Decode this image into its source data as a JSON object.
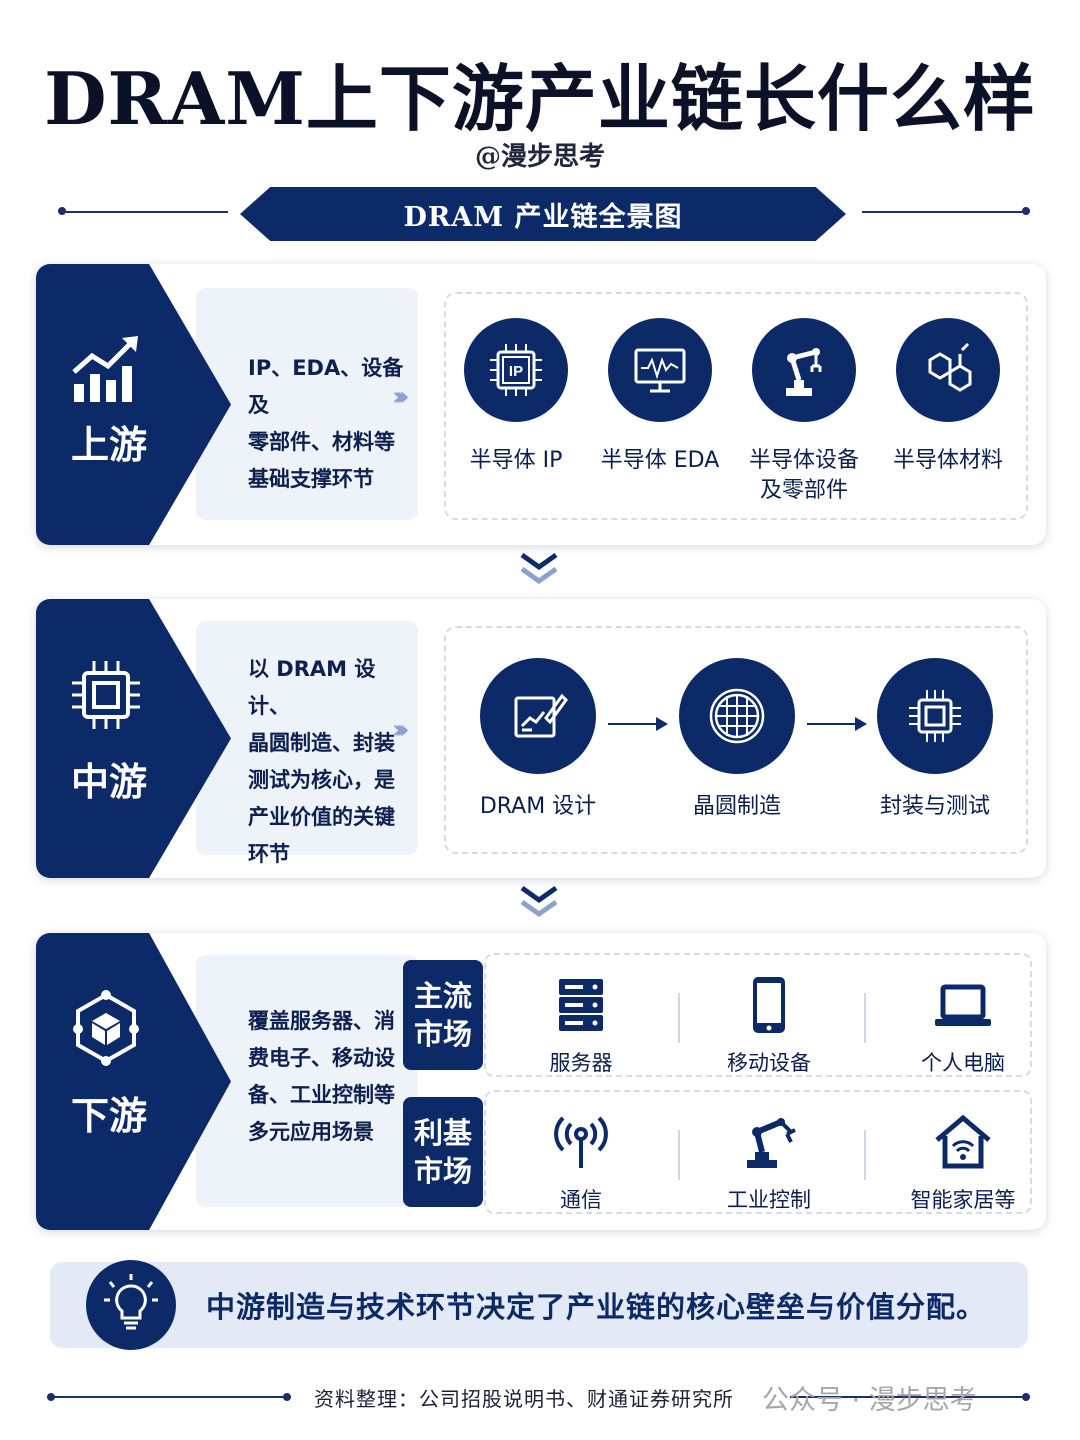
{
  "title": "DRAM上下游产业链长什么样",
  "author": "@漫步思考",
  "banner": "DRAM 产业链全景图",
  "upstream": {
    "label": "上游",
    "desc": [
      "IP、EDA、设备及",
      "零部件、材料等",
      "基础支撑环节"
    ],
    "items": [
      {
        "label": "半导体 IP",
        "icon": "ip-chip-icon"
      },
      {
        "label": "半导体 EDA",
        "icon": "monitor-waveform-icon"
      },
      {
        "label": "半导体设备",
        "label2": "及零部件",
        "icon": "robot-arm-icon"
      },
      {
        "label": "半导体材料",
        "icon": "molecule-icon"
      }
    ]
  },
  "midstream": {
    "label": "中游",
    "desc": [
      "以 DRAM 设计、",
      "晶圆制造、封装",
      "测试为核心，是",
      "产业价值的关键",
      "环节"
    ],
    "items": [
      {
        "label": "DRAM 设计",
        "icon": "design-pen-icon"
      },
      {
        "label": "晶圆制造",
        "icon": "wafer-icon"
      },
      {
        "label": "封装与测试",
        "icon": "chip-icon"
      }
    ]
  },
  "downstream": {
    "label": "下游",
    "desc": [
      "覆盖服务器、消",
      "费电子、移动设",
      "备、工业控制等",
      "多元应用场景"
    ],
    "mainstream": {
      "tag": [
        "主流",
        "市场"
      ],
      "items": [
        {
          "label": "服务器",
          "icon": "server-icon"
        },
        {
          "label": "移动设备",
          "icon": "phone-icon"
        },
        {
          "label": "个人电脑",
          "icon": "laptop-icon"
        }
      ]
    },
    "niche": {
      "tag": [
        "利基",
        "市场"
      ],
      "items": [
        {
          "label": "通信",
          "icon": "antenna-icon"
        },
        {
          "label": "工业控制",
          "icon": "robot-arm-icon"
        },
        {
          "label": "智能家居等",
          "icon": "smart-home-icon"
        }
      ]
    }
  },
  "callout": "中游制造与技术环节决定了产业链的核心壁垒与价值分配。",
  "footer": "资料整理：公司招股说明书、财通证券研究所",
  "watermark": "公众号 · 漫步思考",
  "colors": {
    "primary": "#0d2a68",
    "panel": "#eef2f9",
    "accent_light": "#e3eaf6"
  }
}
